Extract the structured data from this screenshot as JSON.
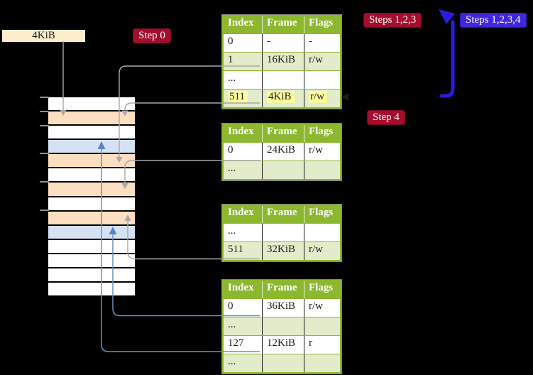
{
  "frame_label": {
    "text": "4KiB"
  },
  "badges": {
    "step0": {
      "label": "Step 0"
    },
    "steps123": {
      "label": "Steps 1,2,3"
    },
    "steps1234": {
      "label": "Steps 1,2,3,4"
    },
    "step4": {
      "label": "Step 4"
    }
  },
  "memory": {
    "row_colors": [
      "white",
      "orange",
      "white",
      "blue",
      "orange",
      "white",
      "orange",
      "white",
      "orange",
      "blue",
      "white",
      "white",
      "white",
      "white"
    ]
  },
  "tables": [
    {
      "name": "page-table-step0",
      "headers": [
        "Index",
        "Frame",
        "Flags"
      ],
      "rows": [
        {
          "cells": [
            "0",
            "-",
            "-"
          ],
          "shaded": false,
          "highlight": false
        },
        {
          "cells": [
            "1",
            "16KiB",
            "r/w"
          ],
          "shaded": true,
          "highlight": false
        },
        {
          "cells": [
            "...",
            "",
            ""
          ],
          "shaded": false,
          "highlight": false
        },
        {
          "cells": [
            "511",
            "4KiB",
            "r/w"
          ],
          "shaded": true,
          "highlight": true
        }
      ]
    },
    {
      "name": "page-table-level-2",
      "headers": [
        "Index",
        "Frame",
        "Flags"
      ],
      "rows": [
        {
          "cells": [
            "0",
            "24KiB",
            "r/w"
          ],
          "shaded": false,
          "highlight": false
        },
        {
          "cells": [
            "...",
            "",
            ""
          ],
          "shaded": true,
          "highlight": false
        }
      ]
    },
    {
      "name": "page-table-level-3",
      "headers": [
        "Index",
        "Frame",
        "Flags"
      ],
      "rows": [
        {
          "cells": [
            "...",
            "",
            ""
          ],
          "shaded": false,
          "highlight": false
        },
        {
          "cells": [
            "511",
            "32KiB",
            "r/w"
          ],
          "shaded": true,
          "highlight": false
        }
      ]
    },
    {
      "name": "page-table-level-4",
      "headers": [
        "Index",
        "Frame",
        "Flags"
      ],
      "rows": [
        {
          "cells": [
            "0",
            "36KiB",
            "r/w"
          ],
          "shaded": false,
          "highlight": false
        },
        {
          "cells": [
            "...",
            "",
            ""
          ],
          "shaded": true,
          "highlight": false
        },
        {
          "cells": [
            "127",
            "12KiB",
            "r"
          ],
          "shaded": false,
          "highlight": false
        },
        {
          "cells": [
            "...",
            "",
            ""
          ],
          "shaded": true,
          "highlight": false
        }
      ]
    }
  ],
  "colors": {
    "background": "#000000",
    "table_header_green": "#8cb72f",
    "table_row_green": "#e3ecca",
    "highlight_yellow": "#ffff9c",
    "memory_orange": "#fcdfc1",
    "memory_blue": "#d4e2f4",
    "memory_white": "#ffffff",
    "label_cream": "#fceecb",
    "badge_red": "#a50d2d",
    "badge_blue": "#3f27e0",
    "arrow_gray": "#a8a8a8",
    "arrow_blue_thin": "#6b8fc3",
    "arrow_blue_thick": "#2b1be0"
  }
}
